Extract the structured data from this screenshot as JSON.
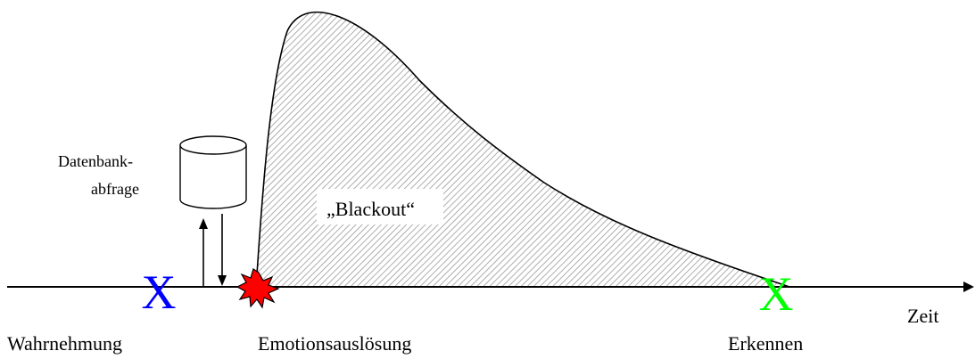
{
  "labels": {
    "perception": "Wahrnehmung",
    "emotion_trigger": "Emotionsauslösung",
    "recognition": "Erkennen",
    "time_axis": "Zeit",
    "database_line1": "Datenbank-",
    "database_line2": "abfrage",
    "blackout": "„Blackout“"
  },
  "markers": {
    "perception_symbol": "X",
    "recognition_symbol": "X"
  },
  "colors": {
    "perception_marker": "#0000ff",
    "recognition_marker": "#00ff00",
    "trigger_burst": "#ff0000",
    "curve_hatch": "#999999",
    "axis": "#000000"
  },
  "icons": {
    "database": "database-cylinder-icon",
    "trigger": "explosion-burst-icon",
    "query_arrows": "up-down-arrows-icon"
  }
}
